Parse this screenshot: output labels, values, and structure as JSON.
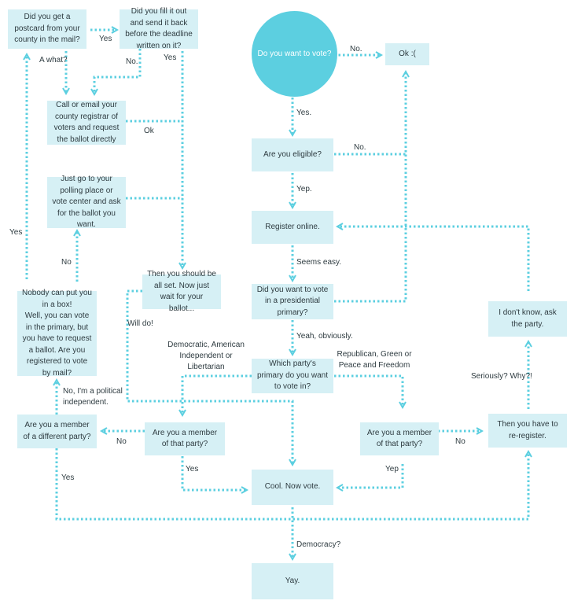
{
  "colors": {
    "line": "#5ccfe0",
    "box": "#d6f0f5",
    "circle": "#5ccfe0",
    "text": "#2e3b40"
  },
  "nodes": {
    "want_to_vote": "Do you want to vote?",
    "ok_sad": "Ok :(",
    "eligible": "Are you eligible?",
    "register_online": "Register online.",
    "presidential_primary": "Did you want to vote in a presidential primary?",
    "which_party": "Which party's primary do you want to vote in?",
    "member_left": "Are you a member of that party?",
    "member_right": "Are you a member of that party?",
    "cool_vote": "Cool. Now vote.",
    "yay": "Yay.",
    "re_register": "Then you have to re-register.",
    "ask_party": "I don't know, ask the party.",
    "different_party": "Are you a member of a different party?",
    "nobody_box": "Nobody can put you in a box!\nWell, you can vote in the primary, but you have to request a ballot. Are you registered to vote by mail?",
    "polling_place": "Just go to your polling place or vote center and ask for the ballot you want.",
    "call_registrar": "Call or email your county registrar of voters and request the ballot directly",
    "postcard": "Did you get a postcard from your county in the mail?",
    "filled_out": "Did you fill it out and send it back before the deadline written on it?",
    "all_set": "Then you should be all set. Now just wait for your ballot..."
  },
  "labels": {
    "no_ok": "No.",
    "yes_eligible": "Yes.",
    "no_eligible": "No.",
    "yep_register": "Yep.",
    "seems_easy": "Seems easy.",
    "yeah_obviously": "Yeah, obviously.",
    "dem_parties": "Democratic, American\nIndependent or\nLibertarian",
    "rep_parties": "Republican, Green or\nPeace and Freedom",
    "no_right": "No",
    "yep_right": "Yep",
    "seriously": "Seriously? Why?!",
    "democracy": "Democracy?",
    "yes_left": "Yes",
    "no_left": "No",
    "yes_diff": "Yes",
    "no_independent": "No, I'm a political\nindependent.",
    "no_polling": "No",
    "yes_big": "Yes",
    "a_what": "A what?",
    "yes_postcard": "Yes",
    "no_filled": "No.",
    "yes_filled": "Yes",
    "ok_call": "Ok",
    "will_do": "Will do!"
  }
}
